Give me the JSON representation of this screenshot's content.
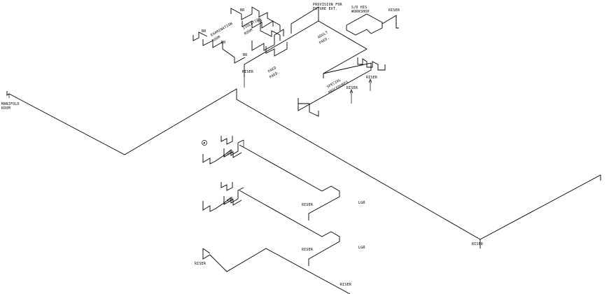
{
  "drawing": {
    "colors": {
      "background": "#ffffff",
      "line": "#000000"
    },
    "labels": {
      "manifold_1": "MANIFOLD",
      "manifold_2": "ROOM",
      "provision_1": "PROVISION FOR",
      "provision_2": "FUTURE EXT.",
      "workshop_1": "S/D HIS",
      "workshop_2": "WORKSHOP",
      "riser": "RISER",
      "adult_1": "ADULT",
      "adult_2": "PAED.",
      "paed_1": "PAED",
      "paed_2": "PAED.",
      "isolation_1": "ISOLATION",
      "isolation_2": "ROOM",
      "examination_1": "EXAMINATION",
      "examination_2": "ROOM",
      "special_1": "SPECIAL",
      "special_2": "PROCEDURES",
      "bed_1": "1-BED",
      "bed_2": "1-BED",
      "lgr": "LGR",
      "br": "BR",
      "symbol_a": "A"
    }
  }
}
